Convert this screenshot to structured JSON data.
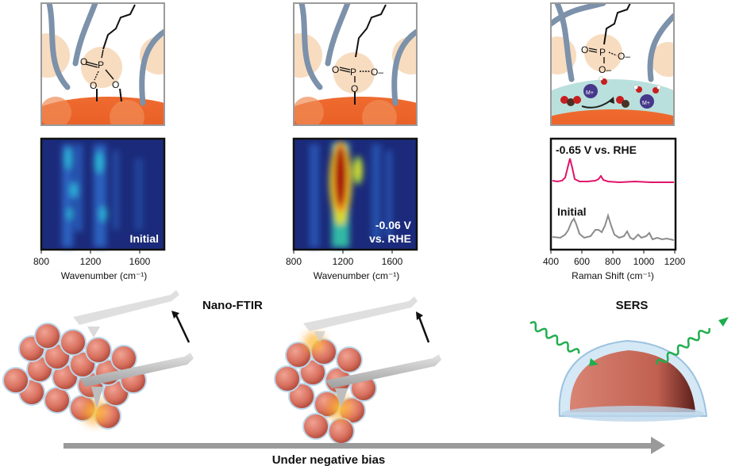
{
  "molecule_panels": {
    "p1": {
      "o_double": "O",
      "p": "P",
      "o_left": "O",
      "o_right": "O"
    },
    "p2": {
      "o_double": "O",
      "p": "P",
      "o_minus": "O–",
      "o_bottom": "O"
    },
    "p3": {
      "o_double": "O",
      "p": "P",
      "o_minus_right": "O–",
      "o_minus_bottom": "O–",
      "cation_1": "M+",
      "cation_2": "M+"
    }
  },
  "ftir_initial": {
    "label": "Initial",
    "ticks": [
      "800",
      "1200",
      "1600"
    ],
    "xlabel": "Wavenumber (cm⁻¹)"
  },
  "ftir_bias": {
    "label_line1": "-0.06 V",
    "label_line2": "vs. RHE",
    "ticks": [
      "800",
      "1200",
      "1600"
    ],
    "xlabel": "Wavenumber (cm⁻¹)"
  },
  "raman": {
    "top_label": "-0.65 V vs. RHE",
    "bottom_label": "Initial",
    "ticks": [
      "400",
      "600",
      "800",
      "1000",
      "1200"
    ],
    "xlabel": "Raman Shift (cm⁻¹)",
    "colors": {
      "top": "#e0136a",
      "bottom": "#8c8c8c"
    }
  },
  "technique_labels": {
    "left": "Nano-FTIR",
    "right": "SERS"
  },
  "arrow_label": "Under negative bias"
}
